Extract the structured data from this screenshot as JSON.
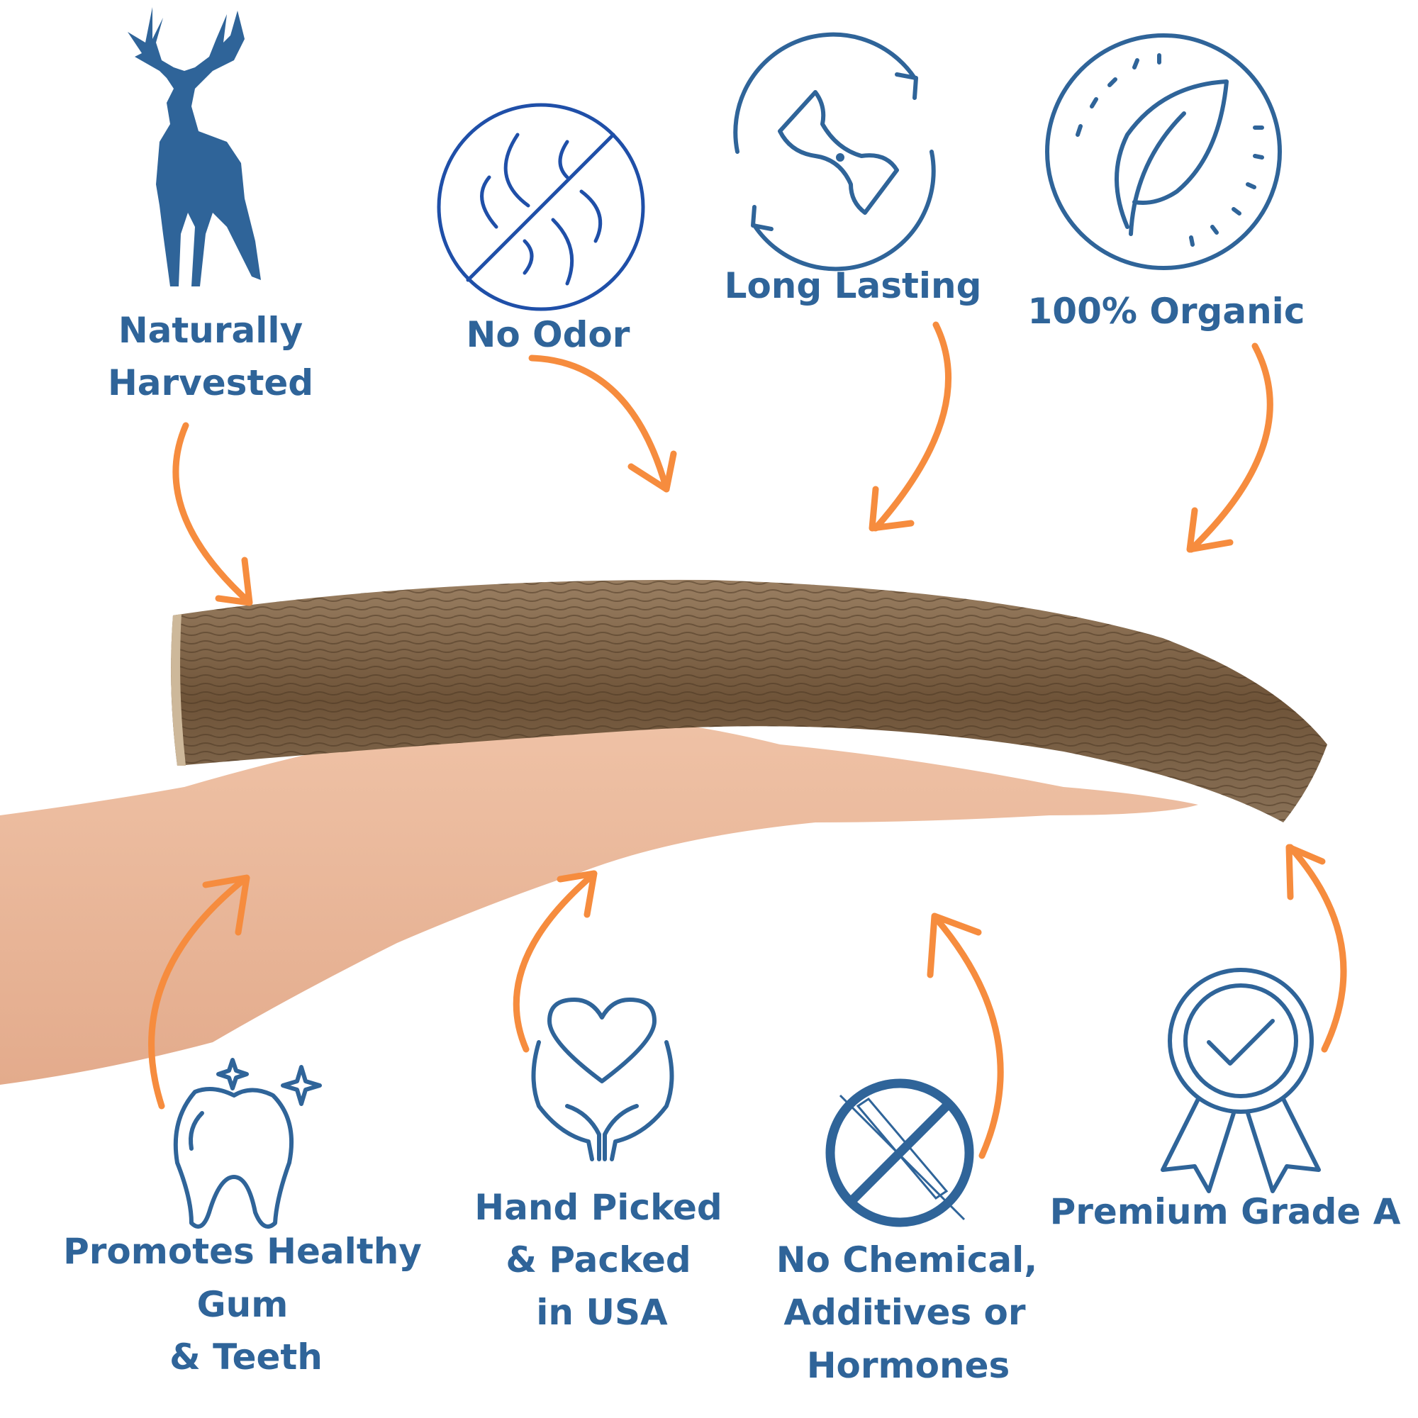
{
  "colors": {
    "text": "#2f6499",
    "arrow": "#f68c3e",
    "odor_icon": "#1f4fa8"
  },
  "features": {
    "naturally_harvested": {
      "lines": [
        "Naturally",
        "Harvested"
      ],
      "icon": "deer-icon"
    },
    "no_odor": {
      "lines": [
        "No Odor"
      ],
      "icon": "no-odor-icon"
    },
    "long_lasting": {
      "lines": [
        "Long Lasting"
      ],
      "icon": "hourglass-cycle-icon"
    },
    "organic": {
      "lines": [
        "100% Organic"
      ],
      "icon": "leaf-badge-icon"
    },
    "healthy_teeth": {
      "lines": [
        "Promotes Healthy",
        "Gum",
        "& Teeth"
      ],
      "icon": "tooth-icon"
    },
    "hand_picked": {
      "lines": [
        "Hand Picked",
        "& Packed",
        "in USA"
      ],
      "icon": "heart-hands-icon"
    },
    "no_chemical": {
      "lines": [
        "No Chemical,",
        "Additives or",
        "Hormones"
      ],
      "icon": "no-syringe-icon"
    },
    "premium": {
      "lines": [
        "Premium Grade A"
      ],
      "icon": "award-ribbon-icon"
    }
  }
}
